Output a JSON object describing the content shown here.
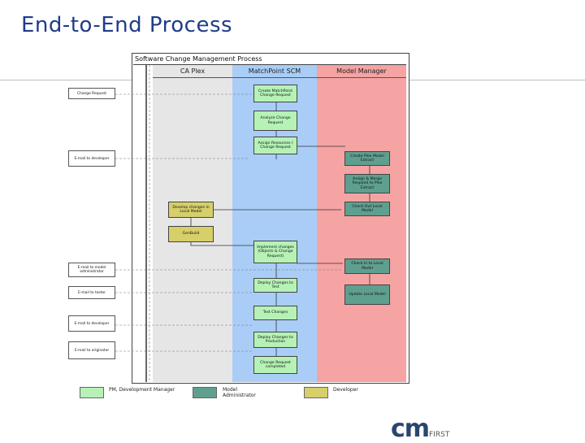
{
  "slide": {
    "title": "End-to-End Process"
  },
  "diagram": {
    "header": "Software Change Management Process",
    "lanes": [
      "CA Plex",
      "MatchPoint SCM",
      "Model Manager"
    ],
    "external_docs": [
      "Change Request",
      "E-mail to developer",
      "E-mail to model administrator",
      "E-mail to tester",
      "E-mail to developer",
      "E-mail to originator"
    ],
    "plex_steps": [
      "Develop changes in Local Model",
      "GenBuild"
    ],
    "scm_steps": [
      "Create MatchPoint Change Request",
      "Analyze Change Request",
      "Assign Resources / Change Request",
      "Implement changes (Objects & Change Request)",
      "Deploy Changes to Test",
      "Test Changes",
      "Deploy Changes to Production",
      "Change Request completed"
    ],
    "mm_steps": [
      "Create Plex Model Extract",
      "Assign & Merge Respond to Plex Extract",
      "Check Out Local Model",
      "Check In to Local Model",
      "Update Local Model"
    ]
  },
  "legend": [
    {
      "label": "PM, Development Manager",
      "color": "#b6f2b6"
    },
    {
      "label": "Model Administrator",
      "color": "#5f9f8f"
    },
    {
      "label": "Developer",
      "color": "#d6cf6a"
    }
  ],
  "logo": {
    "main": "cm",
    "suffix": "FIRST"
  },
  "colors": {
    "title": "#1f3c88",
    "plex_lane": "#e6e6e6",
    "scm_lane": "#a9cdf7",
    "mm_lane": "#f5a3a3",
    "logo_main": "#29466e",
    "logo_suffix": "#555555"
  }
}
